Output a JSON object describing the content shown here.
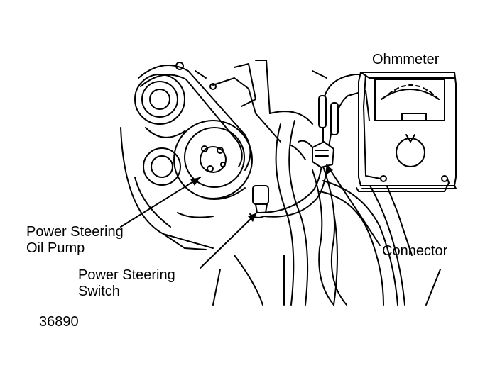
{
  "labels": {
    "ohmmeter": "Ohmmeter",
    "power_steering_oil_pump_line1": "Power Steering",
    "power_steering_oil_pump_line2": "Oil Pump",
    "power_steering_switch_line1": "Power Steering",
    "power_steering_switch_line2": "Switch",
    "connector": "Connector",
    "figure_number": "36890"
  },
  "colors": {
    "ink": "#000000",
    "background": "#ffffff"
  }
}
